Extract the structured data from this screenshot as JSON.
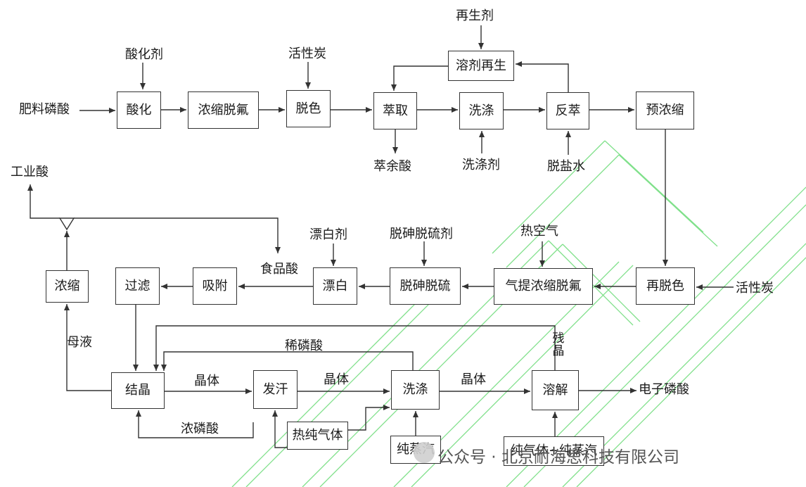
{
  "nodes": {
    "acidify": "酸化",
    "concentrate_defluor": "浓缩脱氟",
    "decolor": "脱色",
    "extract": "萃取",
    "wash1": "洗涤",
    "back_extract": "反萃",
    "pre_concentrate": "预浓缩",
    "solvent_regen": "溶剂再生",
    "redecolor": "再脱色",
    "strip_concentrate": "气提浓缩脱氟",
    "de_as_s": "脱砷脱硫",
    "bleach": "漂白",
    "adsorb": "吸附",
    "filter": "过滤",
    "concentrate2": "浓缩",
    "crystallize": "结晶",
    "sweat": "发汗",
    "wash2": "洗涤",
    "dissolve": "溶解",
    "hot_gas": "热纯气体",
    "pure_steam": "纯蒸汽",
    "pure_gas_steam": "纯气体+纯蒸汽"
  },
  "labels": {
    "fertilizer_acid": "肥料磷酸",
    "acidifier": "酸化剂",
    "activated_carbon1": "活性炭",
    "regen_agent": "再生剂",
    "raffinate": "萃余酸",
    "wash_agent": "洗涤剂",
    "desalted_water": "脱盐水",
    "industrial_acid": "工业酸",
    "food_acid": "食品酸",
    "bleach_agent": "漂白剂",
    "de_as_s_agent": "脱砷脱硫剂",
    "hot_air": "热空气",
    "activated_carbon2": "活性炭",
    "mother_liquor": "母液",
    "dilute_acid": "稀磷酸",
    "crystal1": "晶体",
    "crystal2": "晶体",
    "crystal3": "晶体",
    "conc_acid": "浓磷酸",
    "residual_crystal": "残晶",
    "electronic_acid": "电子磷酸"
  },
  "watermark": {
    "account_prefix": "公众号 · ",
    "company": "北京耐海思科技有限公司",
    "color": "#7fe08a"
  },
  "colors": {
    "line": "#333333",
    "box_border": "#333333"
  }
}
